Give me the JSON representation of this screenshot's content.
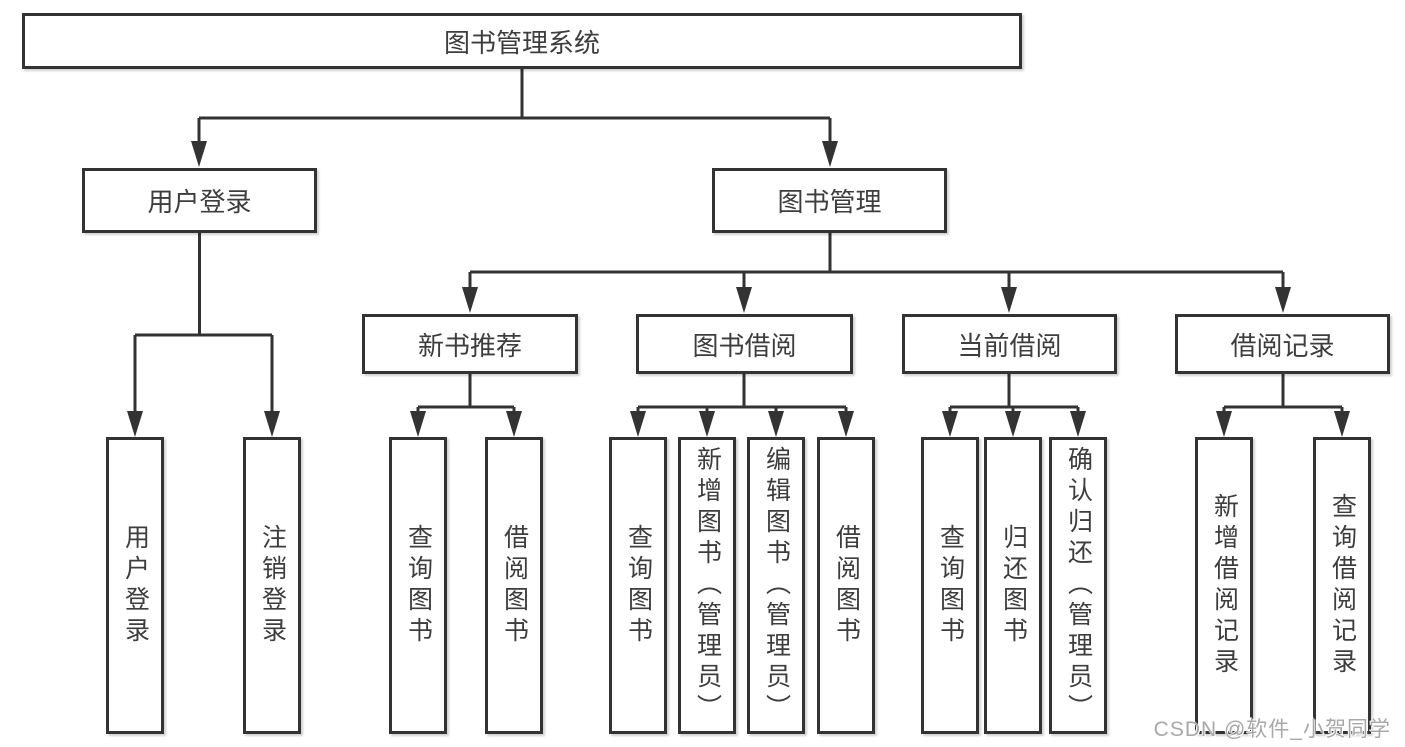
{
  "colors": {
    "line": "#333333",
    "box_border": "#333333",
    "text": "#3d3d3d",
    "watermark": "#a8a8a8",
    "background": "#ffffff"
  },
  "tree": {
    "root": {
      "label": "图书管理系统"
    },
    "level1": [
      {
        "label": "用户登录",
        "children": [
          {
            "label": "用户登录"
          },
          {
            "label": "注销登录"
          }
        ]
      },
      {
        "label": "图书管理",
        "children": [
          {
            "label": "新书推荐",
            "children": [
              {
                "label": "查询图书"
              },
              {
                "label": "借阅图书"
              }
            ]
          },
          {
            "label": "图书借阅",
            "children": [
              {
                "label": "查询图书"
              },
              {
                "label": "新增图书（管理员）"
              },
              {
                "label": "编辑图书（管理员）"
              },
              {
                "label": "借阅图书"
              }
            ]
          },
          {
            "label": "当前借阅",
            "children": [
              {
                "label": "查询图书"
              },
              {
                "label": "归还图书"
              },
              {
                "label": "确认归还（管理员）"
              }
            ]
          },
          {
            "label": "借阅记录",
            "children": [
              {
                "label": "新增借阅记录"
              },
              {
                "label": "查询借阅记录"
              }
            ]
          }
        ]
      }
    ]
  },
  "watermark": {
    "label": "CSDN @软件_小贺同学"
  }
}
